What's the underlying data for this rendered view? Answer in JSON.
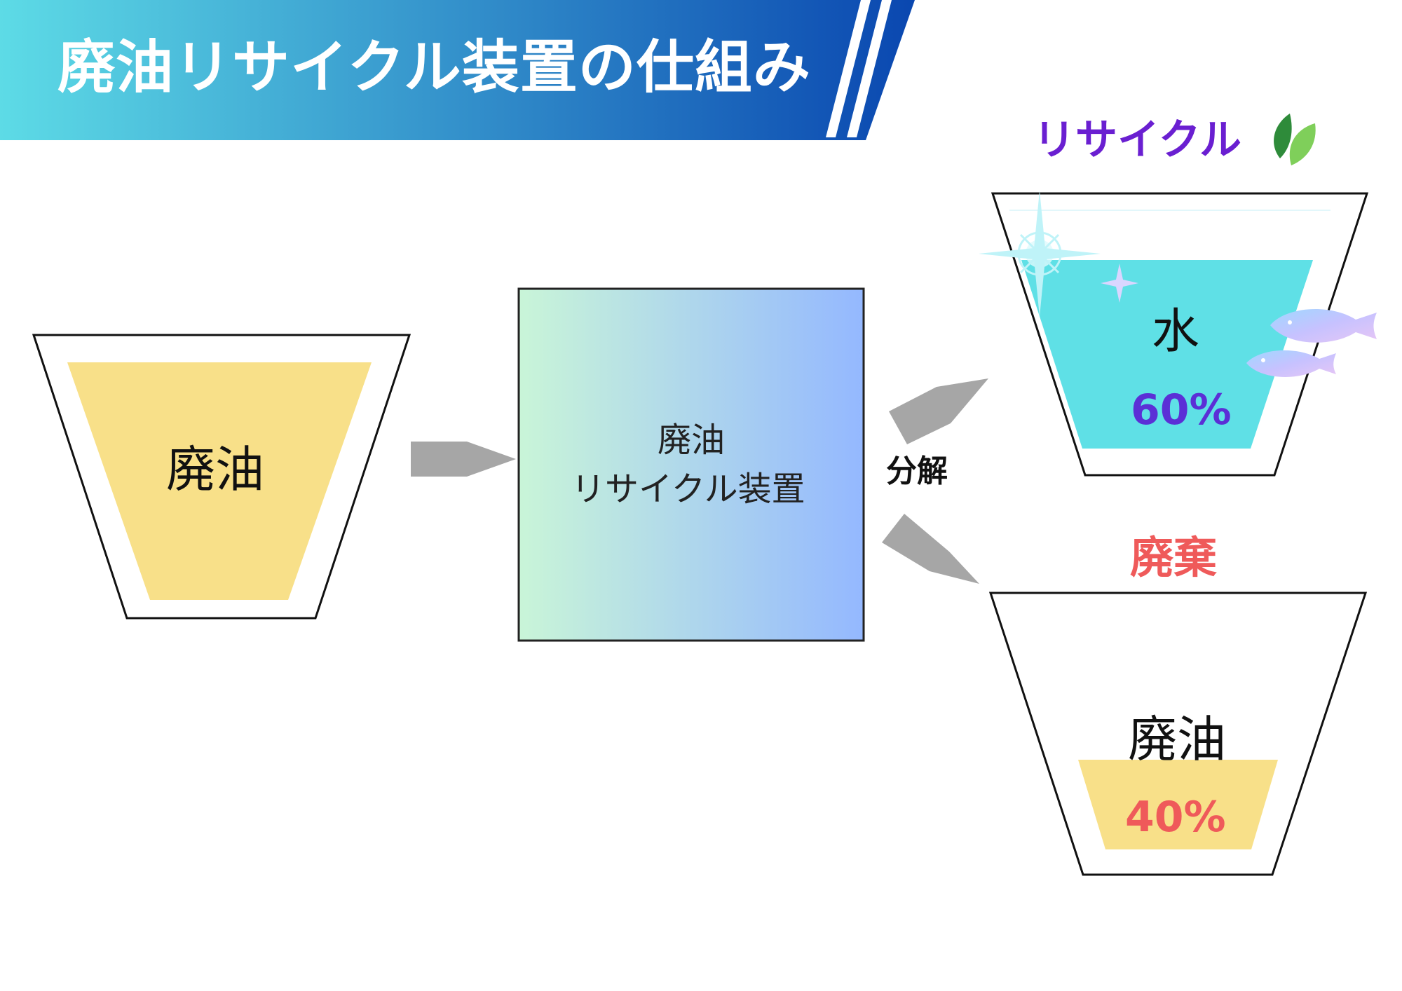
{
  "title": "廃油リサイクル装置の仕組み",
  "input": {
    "label": "廃油"
  },
  "device": {
    "line1": "廃油",
    "line2": "リサイクル装置"
  },
  "process": {
    "label": "分解"
  },
  "recycle": {
    "heading": "リサイクル",
    "label": "水",
    "percent": "60%",
    "share": 0.6
  },
  "waste": {
    "heading": "廃棄",
    "label": "廃油",
    "percent": "40%",
    "share": 0.4
  },
  "colors": {
    "title_gradient_start": "#5ddbe6",
    "title_gradient_end": "#0a47b0",
    "oil": "#f8e089",
    "water": "#5fe0e6",
    "device_gradient_start": "#c9f5d8",
    "device_gradient_end": "#94b8ff",
    "arrow": "#a6a6a6",
    "recycle_text": "#6a1fd1",
    "recycle_percent": "#5b2fd6",
    "waste_text": "#ef5a5a",
    "leaf": "#3aa84a"
  },
  "icons": [
    "leaf-icon",
    "sparkle-icon",
    "fish-icon"
  ]
}
